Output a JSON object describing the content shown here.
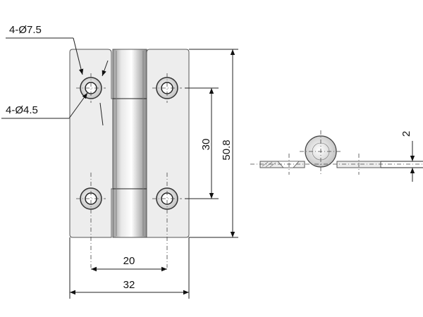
{
  "drawing": {
    "callouts": {
      "countersink": "4-Ø7.5",
      "hole": "4-Ø4.5"
    },
    "dimensions": {
      "hole_pitch_vertical": "30",
      "overall_height": "50.8",
      "hole_pitch_horizontal": "20",
      "overall_width": "32",
      "thickness": "2"
    },
    "colors": {
      "plate": "#ededed",
      "outline": "#555555",
      "dimension_line": "#222222"
    }
  }
}
